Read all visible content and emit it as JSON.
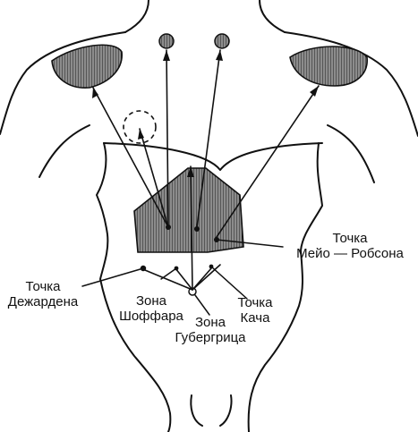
{
  "labels": {
    "mayo_robson": {
      "line1": "Точка",
      "line2": "Мейо — Робсона"
    },
    "desjardins": {
      "line1": "Точка",
      "line2": "Дежардена"
    },
    "chauffard": {
      "line1": "Зона",
      "line2": "Шоффара"
    },
    "kach": {
      "line1": "Точка",
      "line2": "Кача"
    },
    "gubergrits": {
      "line1": "Зона",
      "line2": "Губергрица"
    }
  },
  "colors": {
    "ink": "#111111",
    "hatch": "#6a6a6a",
    "paper": "#ffffff"
  }
}
